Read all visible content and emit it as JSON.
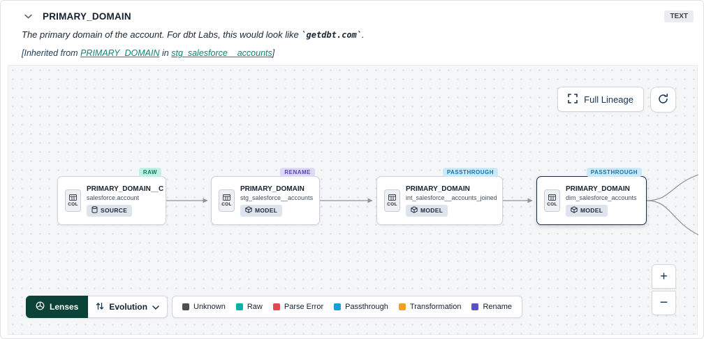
{
  "header": {
    "title": "PRIMARY_DOMAIN",
    "type_badge": "TEXT",
    "description": {
      "prefix": "The primary domain of the account. For dbt Labs, this would look like ",
      "code": "`getdbt.com`",
      "suffix": "."
    },
    "inherited": {
      "prefix": "[Inherited from ",
      "column_link": "PRIMARY_DOMAIN",
      "middle": " in ",
      "model_link": "stg_salesforce__accounts",
      "suffix": "]"
    }
  },
  "canvas": {
    "full_lineage_label": "Full Lineage",
    "zoom_in_label": "+",
    "zoom_out_label": "−",
    "nodes": [
      {
        "badge": "RAW",
        "badge_bg": "#bff2e2",
        "badge_fg": "#0d7a64",
        "title": "PRIMARY_DOMAIN__C",
        "subtitle": "salesforce.account",
        "col_label": "COL",
        "type_label": "SOURCE"
      },
      {
        "badge": "RENAME",
        "badge_bg": "#ded9f7",
        "badge_fg": "#5146b0",
        "title": "PRIMARY_DOMAIN",
        "subtitle": "stg_salesforce__accounts",
        "col_label": "COL",
        "type_label": "MODEL"
      },
      {
        "badge": "PASSTHROUGH",
        "badge_bg": "#cce9fa",
        "badge_fg": "#1274ad",
        "title": "PRIMARY_DOMAIN",
        "subtitle": "int_salesforce__accounts_joined",
        "col_label": "COL",
        "type_label": "MODEL"
      },
      {
        "badge": "PASSTHROUGH",
        "badge_bg": "#cce9fa",
        "badge_fg": "#1274ad",
        "title": "PRIMARY_DOMAIN",
        "subtitle": "dim_salesforce_accounts",
        "col_label": "COL",
        "type_label": "MODEL"
      }
    ]
  },
  "footer": {
    "lenses_label": "Lenses",
    "evolution_label": "Evolution",
    "legend": [
      {
        "label": "Unknown",
        "color": "#4f4f4f"
      },
      {
        "label": "Raw",
        "color": "#00b3a4"
      },
      {
        "label": "Parse Error",
        "color": "#e14952"
      },
      {
        "label": "Passthrough",
        "color": "#189fd6"
      },
      {
        "label": "Transformation",
        "color": "#f0a11a"
      },
      {
        "label": "Rename",
        "color": "#5a50c8"
      }
    ]
  }
}
